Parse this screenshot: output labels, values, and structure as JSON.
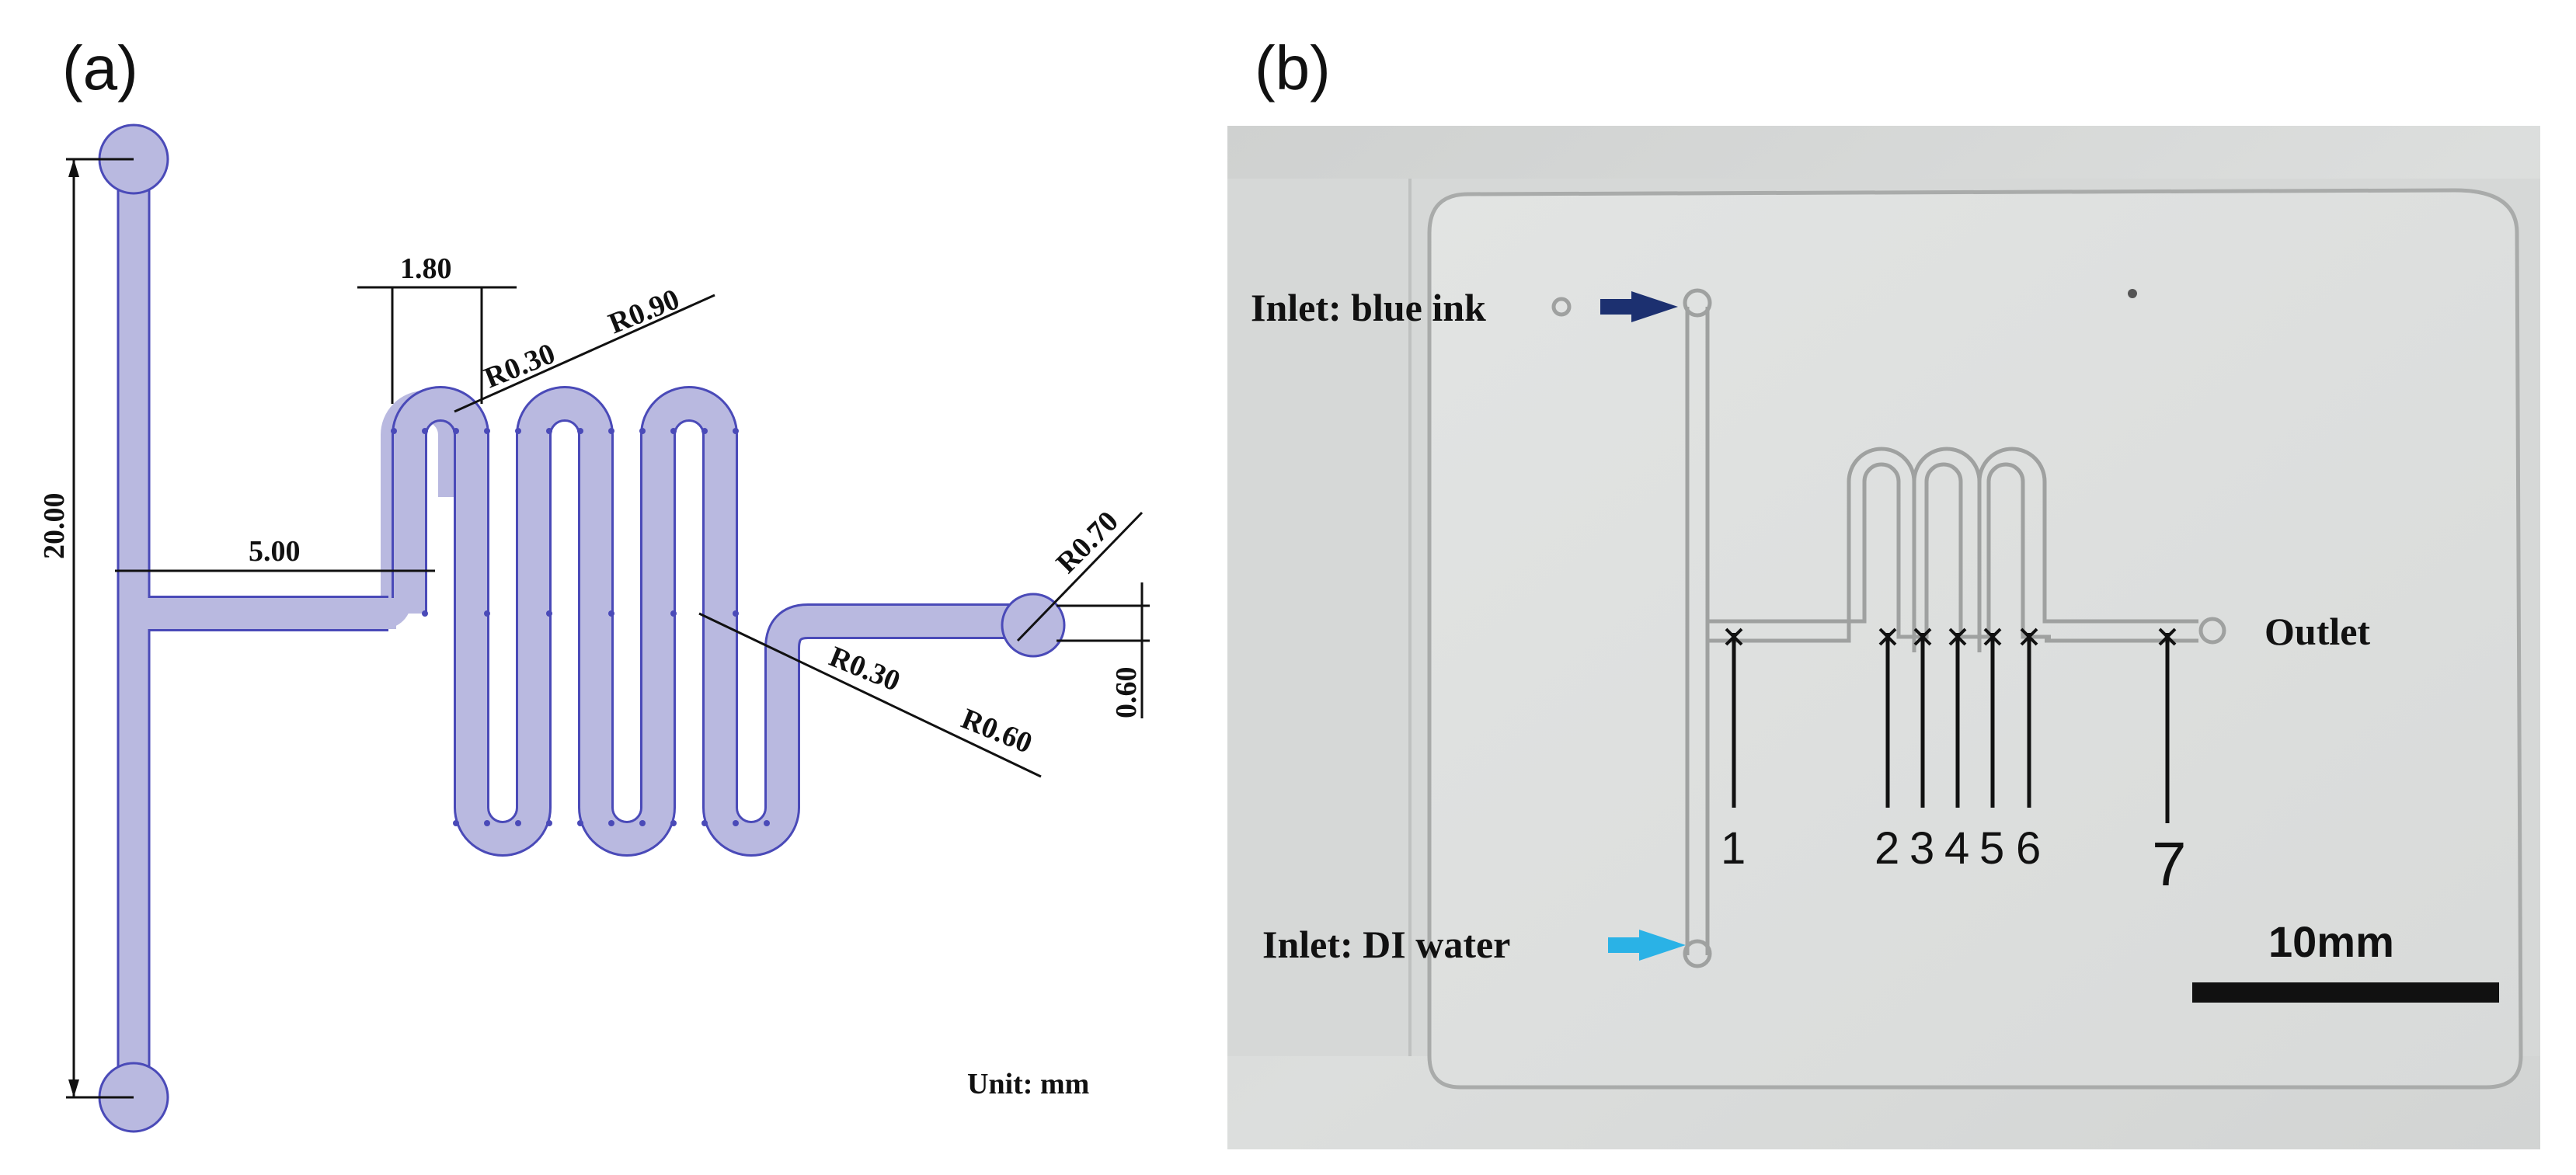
{
  "panel_a": {
    "label": "(a)",
    "dimensions": {
      "d_20": "20.00",
      "d_5": "5.00",
      "d_180": "1.80",
      "r030_top": "R0.30",
      "r090": "R0.90",
      "r070": "R0.70",
      "d_060": "0.60",
      "r030_low": "R0.30",
      "r060": "R0.60"
    },
    "unit": "Unit: mm",
    "channel_fill": "#b9b9e0",
    "channel_stroke": "#4a4ab8"
  },
  "panel_b": {
    "label": "(b)",
    "inlet_ink": "Inlet: blue ink",
    "inlet_water": "Inlet: DI water",
    "outlet": "Outlet",
    "scale_label": "10mm",
    "arrow_ink_color": "#1c3070",
    "arrow_water_color": "#2ab2e6",
    "points": [
      "1",
      "2",
      "3",
      "4",
      "5",
      "6",
      "7"
    ]
  }
}
